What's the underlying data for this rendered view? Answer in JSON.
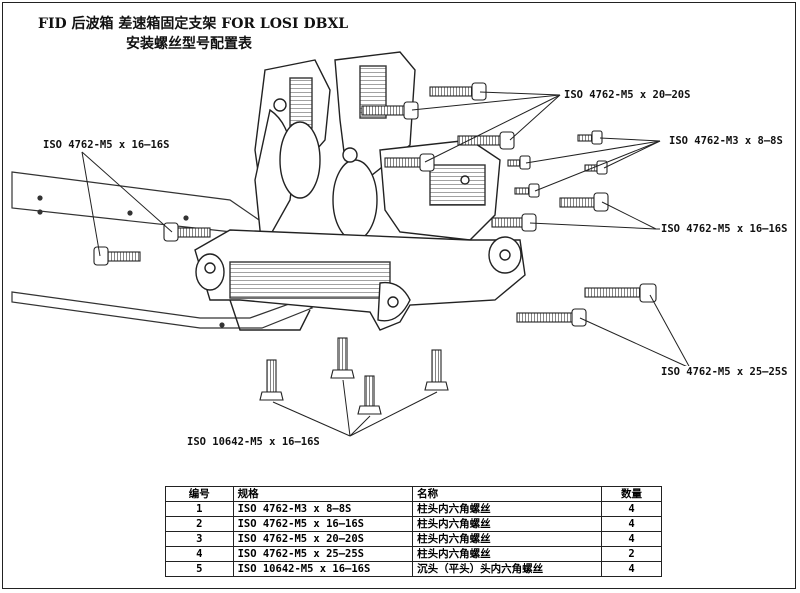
{
  "title": {
    "line1": "FID 后波箱 差速箱固定支架 FOR LOSI DBXL",
    "line2": "安装螺丝型号配置表"
  },
  "callouts": [
    {
      "id": "m5-20",
      "text": "ISO 4762-M5 x 20—20S"
    },
    {
      "id": "m3-8",
      "text": "ISO 4762-M3 x 8—8S"
    },
    {
      "id": "m5-16-left",
      "text": "ISO 4762-M5 x 16—16S"
    },
    {
      "id": "m5-16-right",
      "text": "ISO 4762-M5 x 16—16S"
    },
    {
      "id": "m5-25",
      "text": "ISO 4762-M5 x 25—25S"
    },
    {
      "id": "m5-16-csk",
      "text": "ISO 10642-M5 x 16—16S"
    }
  ],
  "table": {
    "headers": {
      "no": "编号",
      "spec": "规格",
      "name": "名称",
      "qty": "数量"
    },
    "rows": [
      {
        "no": "1",
        "spec": "ISO 4762-M3 x 8—8S",
        "name": "柱头内六角螺丝",
        "qty": "4"
      },
      {
        "no": "2",
        "spec": "ISO 4762-M5 x 16—16S",
        "name": "柱头内六角螺丝",
        "qty": "4"
      },
      {
        "no": "3",
        "spec": "ISO 4762-M5 x 20—20S",
        "name": "柱头内六角螺丝",
        "qty": "4"
      },
      {
        "no": "4",
        "spec": "ISO 4762-M5 x 25—25S",
        "name": "柱头内六角螺丝",
        "qty": "2"
      },
      {
        "no": "5",
        "spec": "ISO 10642-M5 x 16—16S",
        "name": "沉头（平头）头内六角螺丝",
        "qty": "4"
      }
    ]
  }
}
